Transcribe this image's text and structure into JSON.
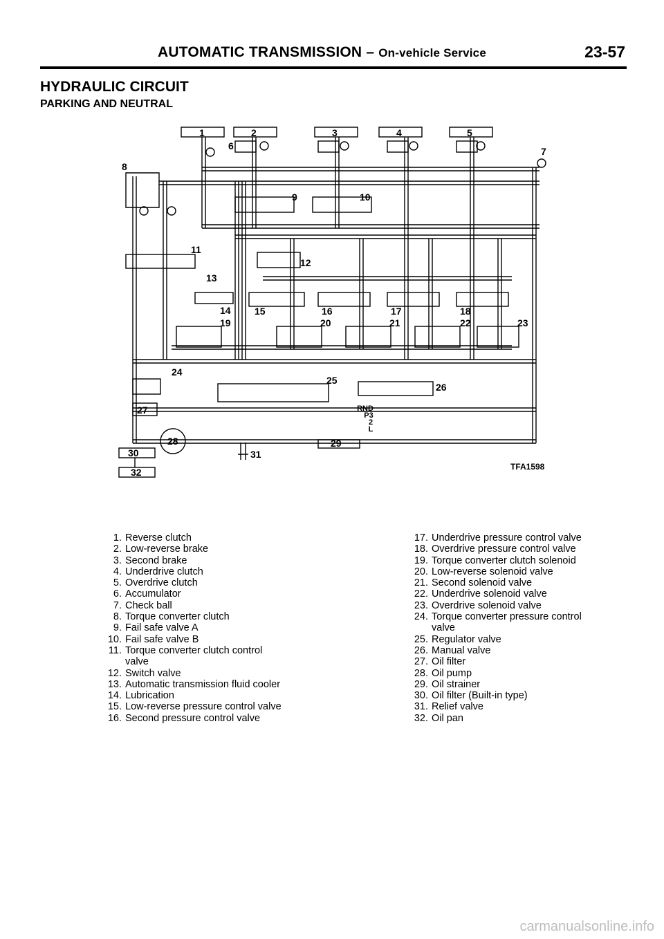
{
  "header": {
    "title_main": "AUTOMATIC TRANSMISSION",
    "title_sep": " – ",
    "title_sub": "On-vehicle Service",
    "page_number": "23-57"
  },
  "section": {
    "title": "HYDRAULIC CIRCUIT",
    "subtitle": "PARKING AND NEUTRAL"
  },
  "diagram": {
    "ref_code": "TFA1598",
    "callouts": [
      "1",
      "2",
      "3",
      "4",
      "5",
      "6",
      "7",
      "8",
      "9",
      "10",
      "11",
      "12",
      "13",
      "14",
      "15",
      "16",
      "17",
      "18",
      "19",
      "20",
      "21",
      "22",
      "23",
      "24",
      "25",
      "26",
      "27",
      "28",
      "29",
      "30",
      "31",
      "32"
    ],
    "range_labels": [
      "RND",
      "P3",
      "2",
      "L"
    ]
  },
  "legend_left": [
    {
      "num": "1.",
      "text": "Reverse clutch"
    },
    {
      "num": "2.",
      "text": "Low-reverse brake"
    },
    {
      "num": "3.",
      "text": "Second brake"
    },
    {
      "num": "4.",
      "text": "Underdrive clutch"
    },
    {
      "num": "5.",
      "text": "Overdrive clutch"
    },
    {
      "num": "6.",
      "text": "Accumulator"
    },
    {
      "num": "7.",
      "text": "Check ball"
    },
    {
      "num": "8.",
      "text": "Torque converter clutch"
    },
    {
      "num": "9.",
      "text": "Fail safe valve A"
    },
    {
      "num": "10.",
      "text": "Fail safe valve B"
    },
    {
      "num": "11.",
      "text": "Torque converter clutch control"
    },
    {
      "num": "",
      "text": "valve"
    },
    {
      "num": "12.",
      "text": "Switch valve"
    },
    {
      "num": "13.",
      "text": "Automatic transmission fluid cooler"
    },
    {
      "num": "14.",
      "text": "Lubrication"
    },
    {
      "num": "15.",
      "text": "Low-reverse pressure control valve"
    },
    {
      "num": "16.",
      "text": "Second pressure control valve"
    }
  ],
  "legend_right": [
    {
      "num": "17.",
      "text": "Underdrive pressure control valve"
    },
    {
      "num": "18.",
      "text": "Overdrive pressure control valve"
    },
    {
      "num": "19.",
      "text": "Torque converter clutch solenoid"
    },
    {
      "num": "20.",
      "text": "Low-reverse solenoid valve"
    },
    {
      "num": "21.",
      "text": "Second solenoid valve"
    },
    {
      "num": "22.",
      "text": "Underdrive solenoid valve"
    },
    {
      "num": "23.",
      "text": "Overdrive solenoid valve"
    },
    {
      "num": "24.",
      "text": "Torque converter pressure control"
    },
    {
      "num": "",
      "text": "valve"
    },
    {
      "num": "25.",
      "text": "Regulator valve"
    },
    {
      "num": "26.",
      "text": "Manual valve"
    },
    {
      "num": "27.",
      "text": "Oil filter"
    },
    {
      "num": "28.",
      "text": "Oil pump"
    },
    {
      "num": "29.",
      "text": "Oil strainer"
    },
    {
      "num": "30.",
      "text": "Oil filter (Built-in type)"
    },
    {
      "num": "31.",
      "text": "Relief valve"
    },
    {
      "num": "32.",
      "text": "Oil pan"
    }
  ],
  "footer": {
    "watermark": "carmanualsonline.info"
  }
}
